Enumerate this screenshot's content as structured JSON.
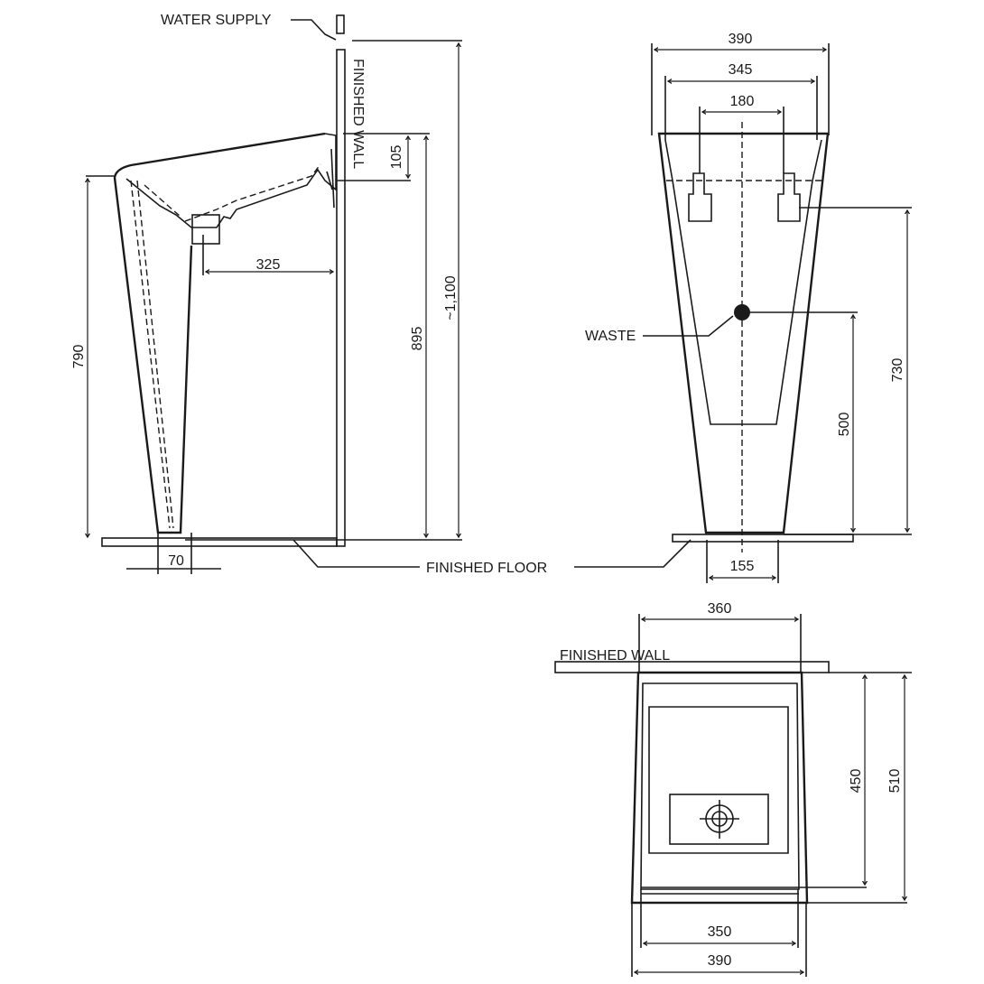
{
  "labels": {
    "water_supply": "WATER SUPPLY",
    "finished_wall_side": "FINISHED WALL",
    "finished_floor": "FINISHED FLOOR",
    "waste": "WASTE",
    "finished_wall_plan": "FINISHED WALL"
  },
  "side_view": {
    "dim_105": "105",
    "dim_325": "325",
    "dim_790": "790",
    "dim_895": "895",
    "dim_1100": "~1,100",
    "dim_70": "70"
  },
  "front_view": {
    "dim_390": "390",
    "dim_345": "345",
    "dim_180": "180",
    "dim_730": "730",
    "dim_500": "500",
    "dim_155": "155"
  },
  "plan_view": {
    "dim_360": "360",
    "dim_450": "450",
    "dim_510": "510",
    "dim_350": "350",
    "dim_390": "390"
  }
}
